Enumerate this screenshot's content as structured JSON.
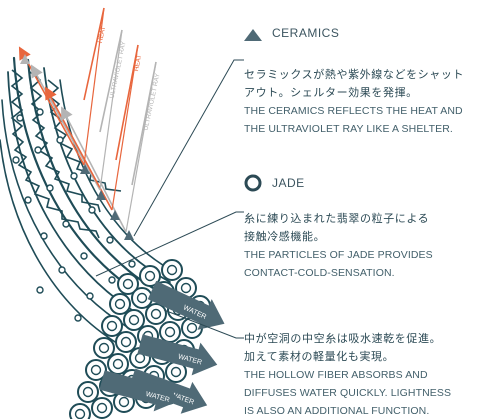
{
  "diagram": {
    "ray_labels": [
      "HEAT",
      "ULTRAVIOLET RAY",
      "HEAT",
      "ULTRAVIOLET RAY"
    ],
    "water_labels": [
      "WATER",
      "WATER",
      "WATER",
      "WATER"
    ],
    "colors": {
      "heat": "#e8663d",
      "uv": "#b4b4b4",
      "fiber": "#1f4c57",
      "text": "#2c4a55"
    }
  },
  "legend": [
    {
      "icon": "ceramics-triangle-icon",
      "title": "CERAMICS",
      "jp": [
        "セラミックスが熱や紫外線などをシャット",
        "アウト。シェルター効果を発揮。"
      ],
      "en": [
        "THE CERAMICS REFLECTS THE HEAT AND",
        "THE ULTRAVIOLET RAY LIKE A SHELTER."
      ]
    },
    {
      "icon": "jade-ring-icon",
      "title": "JADE",
      "jp": [
        "糸に練り込まれた翡翠の粒子による",
        "接触冷感機能。"
      ],
      "en": [
        "THE PARTICLES OF JADE PROVIDES",
        "CONTACT-COLD-SENSATION."
      ]
    },
    {
      "icon": "",
      "title": "",
      "jp": [
        "中が空洞の中空糸は吸水速乾を促進。",
        "加えて素材の軽量化も実現。"
      ],
      "en": [
        "THE HOLLOW FIBER ABSORBS AND",
        "DIFFUSES WATER QUICKLY. LIGHTNESS",
        "IS ALSO AN ADDITIONAL FUNCTION."
      ]
    }
  ]
}
